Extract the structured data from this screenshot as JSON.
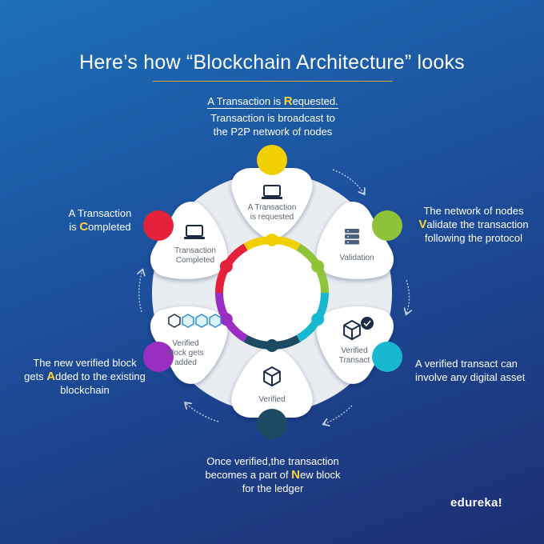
{
  "title": "Here’s how “Blockchain Architecture” looks",
  "brand": "edureka!",
  "steps": [
    {
      "label_lines": [
        "A Transaction",
        "is requested"
      ],
      "color": "#f2cf00",
      "icon": "laptop-icon",
      "caption": {
        "pre": "A Transaction is ",
        "hl": "R",
        "post": "equested.",
        "lines": [
          "Transaction is broadcast to",
          "the P2P network of nodes"
        ]
      }
    },
    {
      "label_lines": [
        "Validation"
      ],
      "color": "#8fc43a",
      "icon": "server-icon",
      "caption": {
        "lines_before": [
          "The network of nodes"
        ],
        "hl": "V",
        "post": "alidate the transaction",
        "lines": [
          "following the protocol"
        ]
      }
    },
    {
      "label_lines": [
        "Verified",
        "Transact"
      ],
      "color": "#18b9d0",
      "icon": "verified-cube-icon",
      "caption": {
        "lines": [
          "A verified transact can",
          "involve any digital asset"
        ]
      }
    },
    {
      "label_lines": [
        "Verified"
      ],
      "color": "#1b4a63",
      "icon": "cube-icon",
      "caption": {
        "lines_before": [
          "Once verified,the transaction"
        ],
        "pre": "becomes a part of ",
        "hl": "N",
        "post": "ew block",
        "lines": [
          "for the ledger"
        ]
      }
    },
    {
      "label_lines": [
        "Verified",
        "block gets",
        "added"
      ],
      "color": "#9a2ec2",
      "icon": "block-chain-icon",
      "caption": {
        "lines_before": [
          "The new verified block"
        ],
        "pre": "gets ",
        "hl": "A",
        "post": "dded to the existing",
        "lines": [
          "blockchain"
        ]
      }
    },
    {
      "label_lines": [
        "Transaction",
        "Completed"
      ],
      "color": "#e5203a",
      "icon": "laptop-icon",
      "caption": {
        "lines_before": [
          "A Transaction"
        ],
        "pre": "is ",
        "hl": "C",
        "post": "ompleted"
      }
    }
  ]
}
